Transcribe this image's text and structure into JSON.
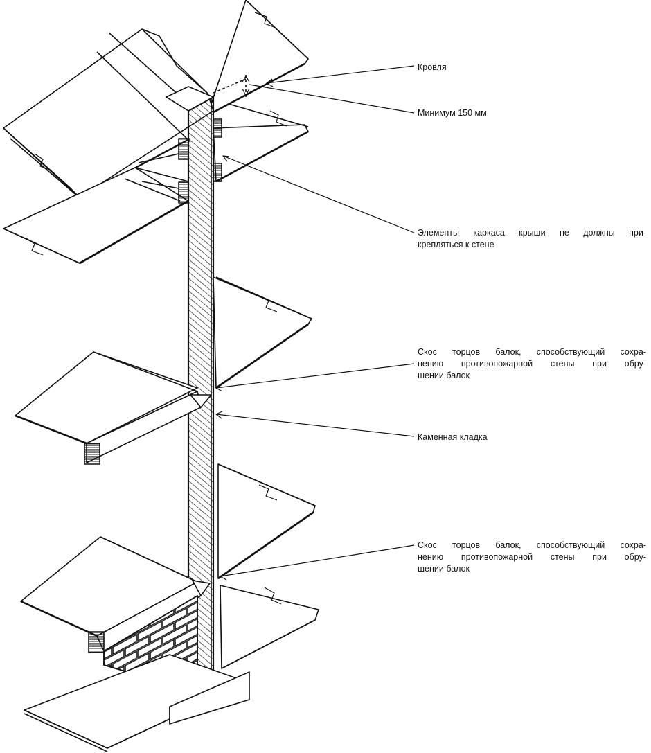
{
  "callouts": {
    "roof": "Кровля",
    "min_clearance": "Минимум 150 мм",
    "roof_frame": [
      "Элементы каркаса крыши не должны при-",
      "крепляться к стене"
    ],
    "bevel_upper": [
      "Скос торцов балок, способствующий сохра-",
      "нению противопожарной стены при обру-",
      "шении балок"
    ],
    "masonry": "Каменная кладка",
    "bevel_lower": [
      "Скос торцов балок, способствующий сохра-",
      "нению противопожарной стены при обру-",
      "шении балок"
    ]
  },
  "colors": {
    "line": "#111111",
    "background": "#ffffff"
  }
}
